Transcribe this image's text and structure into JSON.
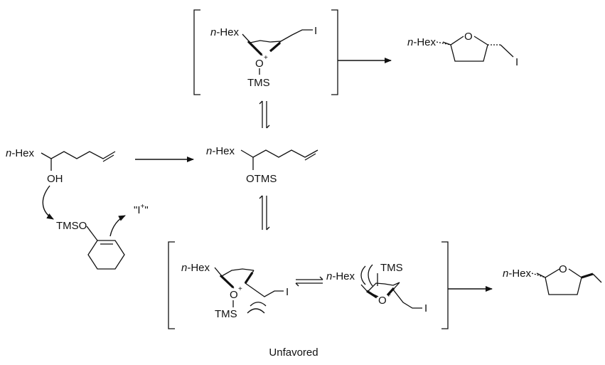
{
  "labels": {
    "n_prefix": "n",
    "hex": "-Hex",
    "iodine": "I",
    "ring_oxygen": "O",
    "oxonium_oxygen": "O",
    "plus": "+",
    "tms": "TMS",
    "oh": "OH",
    "otms": "OTMS",
    "tmso": "TMSO",
    "iodonium": "\"I",
    "iodonium_close": "\""
  },
  "caption": "Unfavored"
}
